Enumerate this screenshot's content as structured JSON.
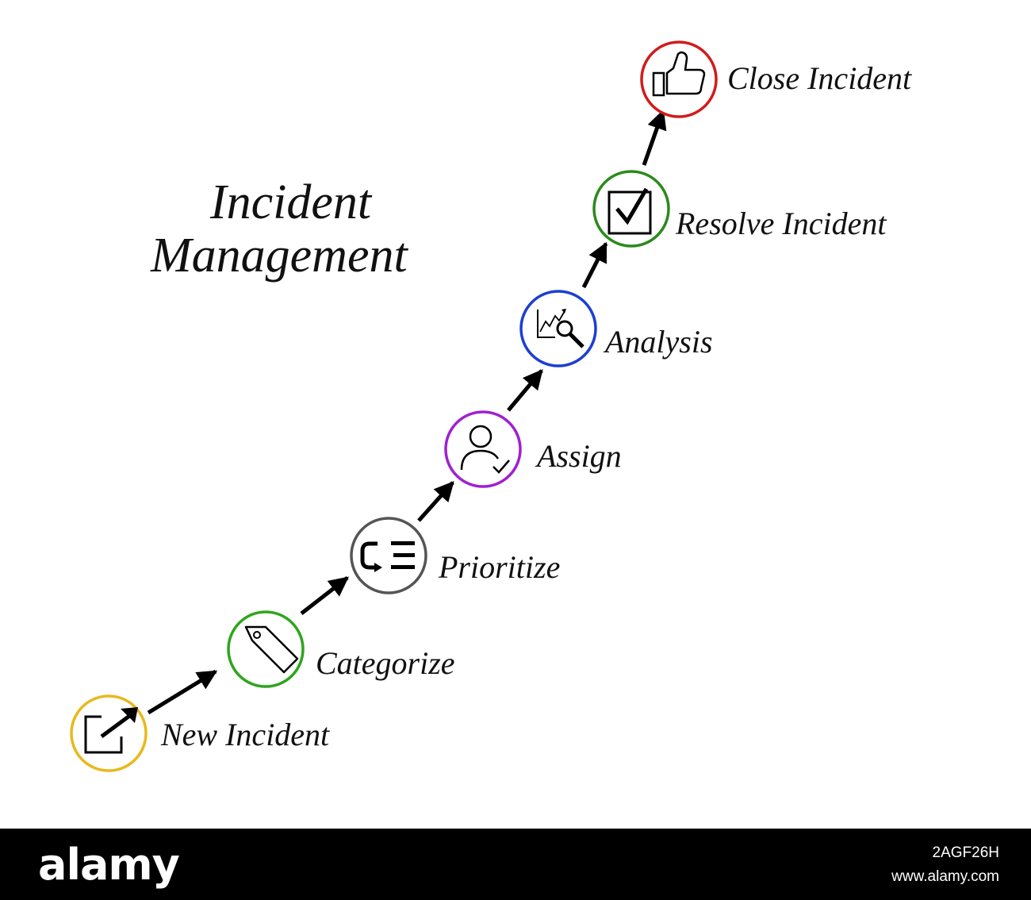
{
  "title": {
    "line1": "Incident",
    "line2": "Management"
  },
  "steps": [
    {
      "label": "New Incident",
      "icon": "external-link-icon",
      "color": "#e8b91c"
    },
    {
      "label": "Categorize",
      "icon": "tag-icon",
      "color": "#2ea51d"
    },
    {
      "label": "Prioritize",
      "icon": "priority-list-icon",
      "color": "#555555"
    },
    {
      "label": "Assign",
      "icon": "user-check-icon",
      "color": "#a020d0"
    },
    {
      "label": "Analysis",
      "icon": "chart-magnifier-icon",
      "color": "#1c3fd0"
    },
    {
      "label": "Resolve Incident",
      "icon": "checkbox-icon",
      "color": "#2b8a1c"
    },
    {
      "label": "Close Incident",
      "icon": "thumbs-up-icon",
      "color": "#d01c1c"
    }
  ],
  "footer": {
    "logo": "alamy",
    "image_id": "2AGF26H",
    "url": "www.alamy.com"
  }
}
